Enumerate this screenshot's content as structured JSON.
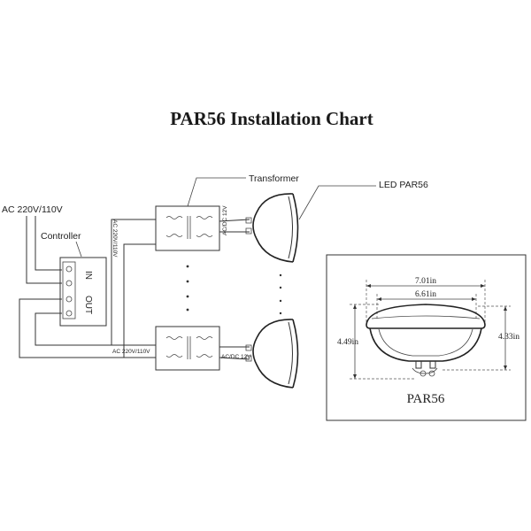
{
  "title": "PAR56 Installation Chart",
  "labels": {
    "ac_input": "AC 220V/110V",
    "controller": "Controller",
    "in": "IN",
    "out": "OUT",
    "transformer": "Transformer",
    "led": "LED PAR56",
    "transformer_in": "AC 220V/110V",
    "transformer_out": "AC/DC 12V"
  },
  "dimensions": {
    "outer_width": "7.01in",
    "inner_width": "6.61in",
    "left_height": "4.49in",
    "right_height": "4.33in",
    "caption": "PAR56"
  },
  "colors": {
    "line": "#333333",
    "text": "#222222",
    "background": "#ffffff"
  }
}
